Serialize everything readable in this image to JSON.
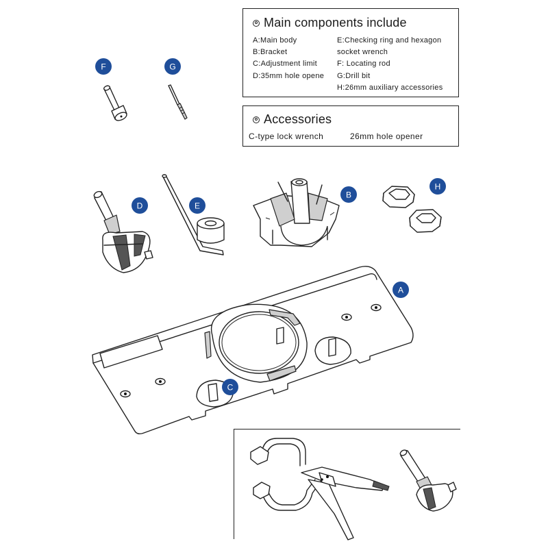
{
  "components": {
    "title": "Main components include",
    "left_items": [
      "A:Main body",
      "B:Bracket",
      "C:Adjustment limit",
      "D:35mm hole opene"
    ],
    "right_items": [
      "E:Checking ring and hexagon",
      "socket wrench",
      "F:  Locating rod",
      "G:Drill bit",
      "H:26mm auxiliary accessories"
    ]
  },
  "accessories": {
    "title": "Accessories",
    "items": [
      "C-type lock wrench",
      "26mm hole opener"
    ]
  },
  "labels": {
    "F": "F",
    "G": "G",
    "D": "D",
    "E": "E",
    "B": "B",
    "H": "H",
    "A": "A",
    "C": "C"
  },
  "colors": {
    "badge": "#1f4e9a",
    "line": "#222222"
  }
}
